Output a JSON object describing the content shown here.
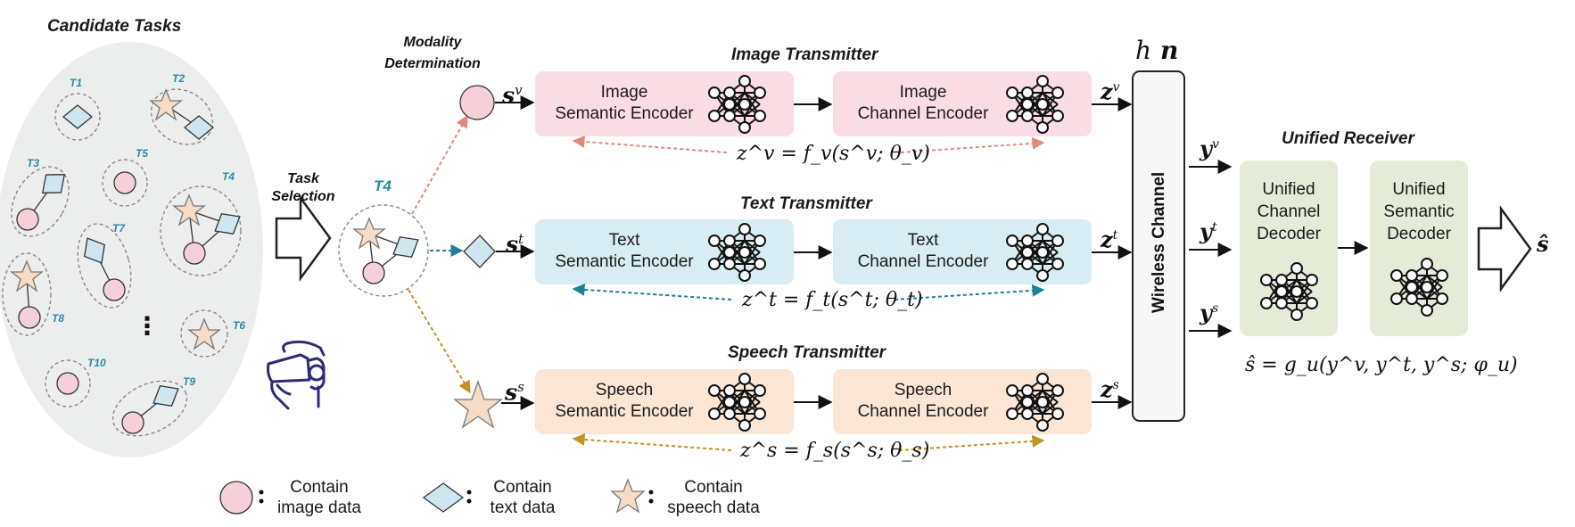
{
  "candidate_tasks": {
    "title": "Candidate Tasks",
    "task_labels": [
      "T1",
      "T2",
      "T3",
      "T4",
      "T5",
      "T6",
      "T7",
      "T8",
      "T9",
      "T10"
    ],
    "ellipsis": "⋮"
  },
  "task_selection": {
    "label_line1": "Task",
    "label_line2": "Selection",
    "selected": "T4"
  },
  "modality_determination": {
    "line1": "Modality",
    "line2": "Determination"
  },
  "image_tx": {
    "title": "Image Transmitter",
    "semantic_encoder": [
      "Image",
      "Semantic Encoder"
    ],
    "channel_encoder": [
      "Image",
      "Channel Encoder"
    ],
    "input": "s",
    "input_sup": "v",
    "output": "z",
    "output_sup": "v",
    "equation": "z^v = f_v(s^v; θ_v)"
  },
  "text_tx": {
    "title": "Text Transmitter",
    "semantic_encoder": [
      "Text",
      "Semantic Encoder"
    ],
    "channel_encoder": [
      "Text",
      "Channel Encoder"
    ],
    "input": "s",
    "input_sup": "t",
    "output": "z",
    "output_sup": "t",
    "equation": "z^t = f_t(s^t; θ_t)"
  },
  "speech_tx": {
    "title": "Speech Transmitter",
    "semantic_encoder": [
      "Speech",
      "Semantic Encoder"
    ],
    "channel_encoder": [
      "Speech",
      "Channel Encoder"
    ],
    "input": "s",
    "input_sup": "s",
    "output": "z",
    "output_sup": "s",
    "equation": "z^s = f_s(s^s; θ_s)"
  },
  "channel": {
    "label": "Wireless Channel",
    "h": "h",
    "n": "n"
  },
  "receiver": {
    "title": "Unified Receiver",
    "channel_decoder": [
      "Unified",
      "Channel",
      "Decoder"
    ],
    "semantic_decoder": [
      "Unified",
      "Semantic",
      "Decoder"
    ],
    "y_v": "y",
    "y_v_sup": "v",
    "y_t": "y",
    "y_t_sup": "t",
    "y_s": "y",
    "y_s_sup": "s",
    "equation": "ŝ = g_u(y^v, y^t, y^s; φ_u)",
    "output": "ŝ"
  },
  "legend": [
    {
      "shape": "circle",
      "line1": "Contain",
      "line2": "image data"
    },
    {
      "shape": "diamond",
      "line1": "Contain",
      "line2": "text data"
    },
    {
      "shape": "star",
      "line1": "Contain",
      "line2": "speech data"
    }
  ],
  "colors": {
    "image": "#fadde4",
    "image_arrow": "#e08a80",
    "text": "#d7edf3",
    "text_arrow": "#1f7f9a",
    "speech": "#fbe6d6",
    "speech_arrow": "#c29323",
    "receiver": "#e4ebd6",
    "cloud": "#eceeed",
    "circle_fill": "#f7cfd8",
    "diamond_fill": "#cde6f0",
    "star_fill": "#f6dcc6",
    "task_label": "#2a8aa6",
    "vr_icon": "#2e2a7a"
  }
}
